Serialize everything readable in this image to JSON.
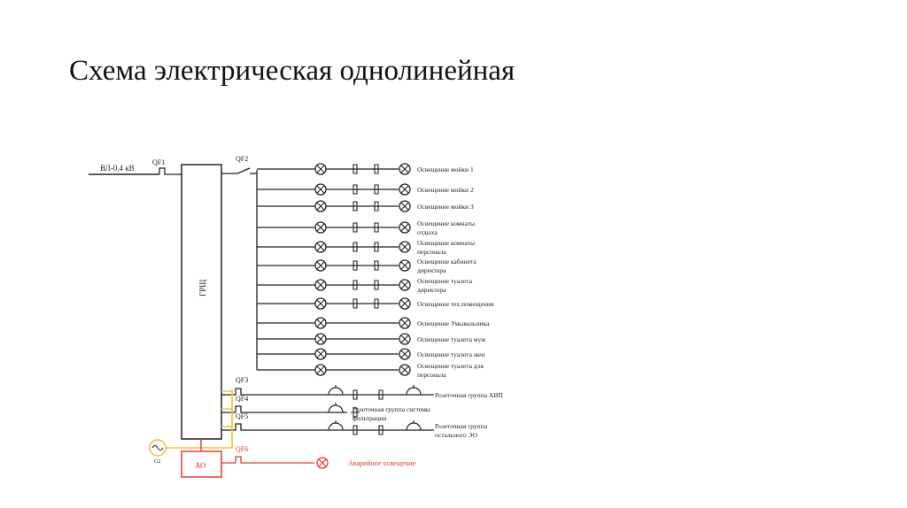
{
  "slide": {
    "title": "Схема электрическая однолинейная"
  },
  "diagram": {
    "input_line_label": "ВЛ-0,4 кВ",
    "main_panel_label": "ГРЩ",
    "emergency_panel_label": "АО",
    "generator_label": "G2",
    "breakers": {
      "qf1": "QF1",
      "qf2": "QF2",
      "qf3": "QF3",
      "qf4": "QF4",
      "qf5": "QF5",
      "qf6": "QF6"
    },
    "lighting_circuits": [
      {
        "label_lines": [
          "Освещение мойки 1"
        ]
      },
      {
        "label_lines": [
          "Освещение мойки 2"
        ]
      },
      {
        "label_lines": [
          "Освещение мойки 3"
        ]
      },
      {
        "label_lines": [
          "Освещение комнаты",
          "отдыха"
        ]
      },
      {
        "label_lines": [
          "Освещение комнаты",
          "персонала"
        ]
      },
      {
        "label_lines": [
          "Освещение кабинета",
          "директора"
        ]
      },
      {
        "label_lines": [
          "Освещение туалета",
          "директора"
        ]
      },
      {
        "label_lines": [
          "Освещение тех.помещения"
        ]
      },
      {
        "label_lines": [
          "Освещение Умывальника"
        ]
      },
      {
        "label_lines": [
          "Освещение туалета муж"
        ]
      },
      {
        "label_lines": [
          "Освещение туалета жен"
        ]
      },
      {
        "label_lines": [
          "Освещение туалета для",
          "персонала"
        ]
      }
    ],
    "socket_groups": [
      {
        "label_lines": [
          "Розеточная группа АВП"
        ]
      },
      {
        "label_lines": [
          "Розеточная группа системы",
          "фильтрации"
        ]
      },
      {
        "label_lines": [
          "Розеточная группа",
          "остального ЭО"
        ]
      }
    ],
    "emergency_circuit_label": "Аварийное освещение",
    "colors": {
      "line": "#222222",
      "emergency": "#e53935",
      "backup": "#f2c230"
    }
  }
}
